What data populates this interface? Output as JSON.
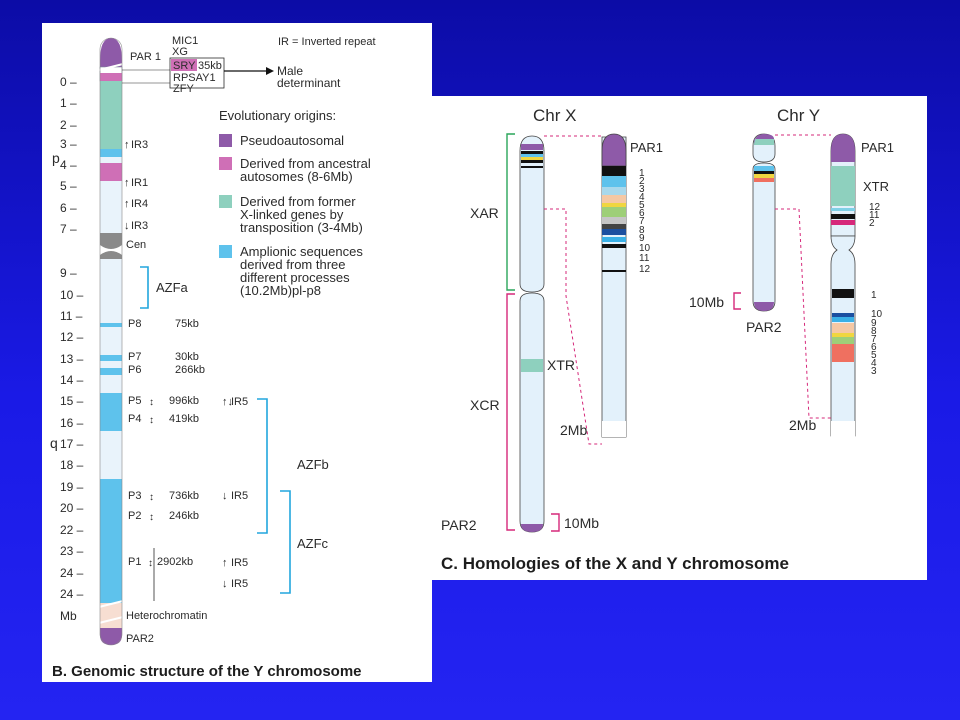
{
  "panel_b": {
    "caption": "B. Genomic structure of the Y chromosome",
    "ir_note": "IR = Inverted repeat",
    "top_genes": [
      "MIC1",
      "XG"
    ],
    "par1": "PAR 1",
    "box_genes": [
      "SRY",
      "35kb",
      "RPSAY1",
      "ZFY"
    ],
    "male_label": [
      "Male",
      "determinant"
    ],
    "scale": [
      "0 –",
      "1 –",
      "2 –",
      "3 –",
      "4 –",
      "5 –",
      "6 –",
      "7 –",
      "9 –",
      "10 –",
      "11 –",
      "12 –",
      "13 –",
      "14 –",
      "15 –",
      "16 –",
      "17 –",
      "18 –",
      "19 –",
      "20 –",
      "22 –",
      "23 –",
      "24 –",
      "24 –"
    ],
    "arm_p": "p",
    "arm_q": "q",
    "mb": "Mb",
    "irs_left": [
      "IR3",
      "IR1",
      "IR4",
      "IR3"
    ],
    "cen": "Cen",
    "legend_title": "Evolutionary origins:",
    "legend": [
      {
        "label": [
          "Pseudoautosomal"
        ],
        "color": "#8e5aa8"
      },
      {
        "label": [
          "Derived from ancestral",
          "autosomes (8-6Mb)"
        ],
        "color": "#cf6fb6"
      },
      {
        "label": [
          "Derived from former",
          "X-linked genes by",
          "transposition (3-4Mb)"
        ],
        "color": "#8ed0be"
      },
      {
        "label": [
          "Amplionic sequences",
          "derived from three",
          "different processes",
          "(10.2Mb)pl-p8"
        ],
        "color": "#5ec2ec"
      }
    ],
    "azfa": "AZFa",
    "azfb": "AZFb",
    "azfc": "AZFc",
    "palindromes": [
      {
        "name": "P8",
        "size": "75kb"
      },
      {
        "name": "P7",
        "size": "30kb"
      },
      {
        "name": "P6",
        "size": "266kb"
      },
      {
        "name": "P5",
        "size": "996kb"
      },
      {
        "name": "P4",
        "size": "419kb"
      },
      {
        "name": "P3",
        "size": "736kb"
      },
      {
        "name": "P2",
        "size": "246kb"
      },
      {
        "name": "P1",
        "size": "2902kb"
      }
    ],
    "irs_right": [
      "IR5",
      "IR5",
      "IR5",
      "IR5"
    ],
    "heterochromatin": "Heterochromatin",
    "par2": "PAR2"
  },
  "panel_c": {
    "caption": "C. Homologies of the X and Y chromosome",
    "chr_x": "Chr X",
    "chr_y": "Chr Y",
    "xar": "XAR",
    "xcr": "XCR",
    "xtr": "XTR",
    "par1": "PAR1",
    "par2": "PAR2",
    "x_mb": "2Mb",
    "x_par2_mb": "10Mb",
    "y_mb": "2Mb",
    "y_par2_mb": "10Mb",
    "x_bands": [
      "1",
      "2",
      "3",
      "4",
      "5",
      "6",
      "7",
      "8",
      "9",
      "10",
      "11",
      "12"
    ],
    "y_top_bands": [
      "12",
      "11",
      "2"
    ],
    "y_bottom_bands": [
      "1",
      "10",
      "9",
      "8",
      "7",
      "6",
      "5",
      "4",
      "3"
    ]
  }
}
